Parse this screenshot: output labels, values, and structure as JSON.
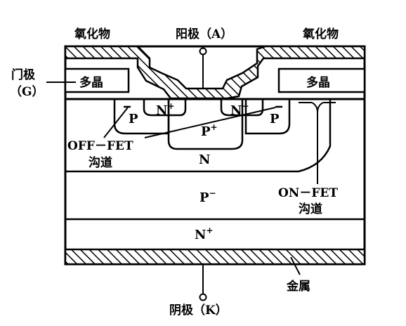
{
  "labels": {
    "oxide_left": "氧化物",
    "oxide_right": "氧化物",
    "anode": "阳极（A）",
    "gate_line1": "门极",
    "gate_line2": "（G）",
    "poly_left": "多晶",
    "poly_right": "多晶",
    "off_fet_line1": "OFF－FET",
    "off_fet_line2": "沟道",
    "on_fet_line1": "ON－FET",
    "on_fet_line2": "沟道",
    "metal": "金属",
    "cathode": "阴极（K）"
  },
  "regions": {
    "n_plus_left": "N",
    "n_plus_left_sup": "+",
    "n_plus_right": "N",
    "n_plus_right_sup": "+",
    "p_left": "P",
    "p_right": "P",
    "p_plus": "P",
    "p_plus_sup": "+",
    "n_base": "N",
    "p_minus": "P",
    "p_minus_sup": "−",
    "n_plus_bottom": "N",
    "n_plus_bottom_sup": "+"
  }
}
